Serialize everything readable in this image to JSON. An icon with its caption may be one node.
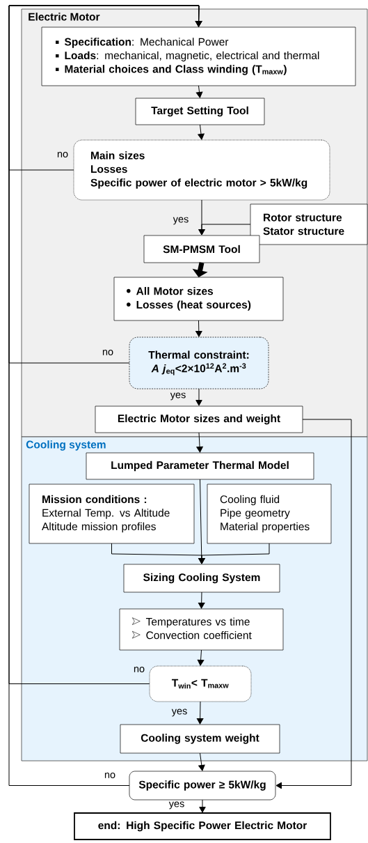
{
  "diagram": {
    "nodes": [
      {
        "text": [
          "Electric Motor"
        ]
      },
      {
        "text": [
          "**Specification**: Mechanical Power",
          "**Loads**: mechanical, magnetic, electrical and thermal",
          "Material choices and Class winding (T$_{maxw}$)"
        ],
        "in": 0
      },
      {
        "text": [
          "Target Setting Tool"
        ],
        "in": 0
      },
      {
        "text": [
          "Main sizes",
          "Losses",
          "Specific power of electric motor > 5kW/kg"
        ],
        "in": 0
      },
      {
        "text": [
          "Rotor structure",
          "Stator structure"
        ],
        "in": 0
      },
      {
        "text": [
          "SM-PMSM Tool"
        ],
        "in": 0
      },
      {
        "text": [
          "All Motor sizes",
          "Losses (heat sources)"
        ],
        "in": 0
      },
      {
        "text": [
          "Thermal constraint:",
          "*A j*$_{eq}$<2×10$^{12}$A$^{2}$.m$^{-3}$"
        ],
        "in": 0
      },
      {
        "text": [
          "Electric Motor sizes and weight"
        ],
        "in": 0
      },
      {
        "text": [
          "Cooling system"
        ]
      },
      {
        "text": [
          "Lumped Parameter Thermal Model"
        ],
        "in": 9
      },
      {
        "text": [
          "Mission conditions :",
          "External Temp. vs Altitude",
          "Altitude mission profiles"
        ],
        "in": 9
      },
      {
        "text": [
          "Cooling fluid",
          "Pipe geometry",
          "Material properties"
        ],
        "in": 9
      },
      {
        "text": [
          "Sizing Cooling System"
        ],
        "in": 9
      },
      {
        "text": [
          "Temperatures vs time",
          "Convection coefficient"
        ],
        "in": 9
      },
      {
        "text": [
          "T$_{win}$< T$_{maxw}$"
        ],
        "in": 9
      },
      {
        "text": [
          "Cooling system weight"
        ],
        "in": 9
      },
      {
        "text": [
          "Specific power ≥ 5kW/kg"
        ]
      },
      {
        "text": [
          "end: High Specific Power Electric Motor"
        ]
      }
    ],
    "edges": [
      {
        "from": 1,
        "to": 2,
        "arrow": "to"
      },
      {
        "from": 2,
        "to": 3,
        "arrow": "to"
      },
      {
        "from": 3,
        "to": 1,
        "arrow": "to",
        "label": "no"
      },
      {
        "from": 3,
        "to": 5,
        "arrow": "to",
        "label": "yes"
      },
      {
        "from": 4,
        "to": 5,
        "arrow": "to"
      },
      {
        "from": 5,
        "to": 6,
        "arrow": "to",
        "style": "thick"
      },
      {
        "from": 6,
        "to": 7,
        "arrow": "to"
      },
      {
        "from": 7,
        "to": 1,
        "arrow": "to",
        "label": "no"
      },
      {
        "from": 7,
        "to": 8,
        "arrow": "to",
        "label": "yes"
      },
      {
        "from": 8,
        "to": 10,
        "arrow": "to"
      },
      {
        "from": 8,
        "to": 17,
        "arrow": "to"
      },
      {
        "from": 10,
        "to": 13,
        "arrow": "to"
      },
      {
        "from": 11,
        "to": 13,
        "arrow": "to"
      },
      {
        "from": 12,
        "to": 13,
        "arrow": "to"
      },
      {
        "from": 13,
        "to": 14,
        "arrow": "to"
      },
      {
        "from": 14,
        "to": 15,
        "arrow": "to"
      },
      {
        "from": 15,
        "to": 1,
        "arrow": "to",
        "label": "no"
      },
      {
        "from": 15,
        "to": 16,
        "arrow": "to",
        "label": "yes"
      },
      {
        "from": 16,
        "to": 17,
        "arrow": "to"
      },
      {
        "from": 17,
        "to": 1,
        "arrow": "to",
        "label": "no"
      },
      {
        "from": 17,
        "to": 18,
        "arrow": "to",
        "label": "yes"
      }
    ]
  }
}
